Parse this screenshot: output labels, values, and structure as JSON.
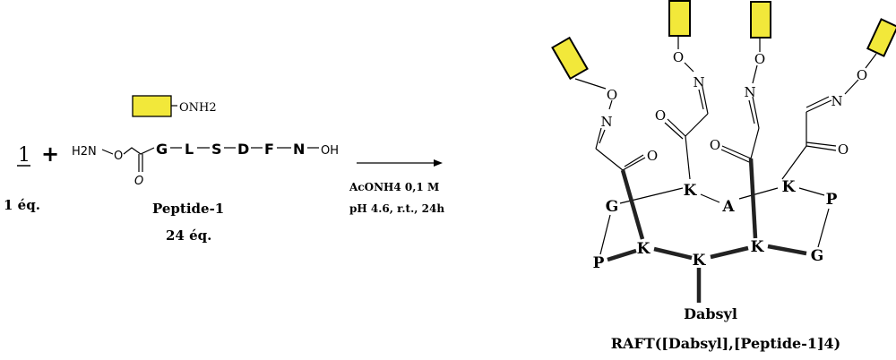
{
  "colors": {
    "sugar_box": "#f2e83a",
    "ink": "#000000"
  },
  "reactant1": {
    "label": "1",
    "plus": "+",
    "equiv": "1 éq."
  },
  "peptide": {
    "sugar_group": "ONH2",
    "h2n": "H2N",
    "o": "O",
    "carbonyl_o": "O",
    "sequence": [
      "G",
      "L",
      "S",
      "D",
      "F",
      "N"
    ],
    "terminal": "OH",
    "name": "Peptide-1",
    "equiv": "24 éq."
  },
  "conditions": {
    "line1": "AcONH4 0,1 M",
    "line2": "pH 4.6, r.t., 24h"
  },
  "product": {
    "ring": {
      "k1": "K",
      "a": "A",
      "k2": "K",
      "p1": "P",
      "g1": "G",
      "k3": "K",
      "k4": "K",
      "k5": "K",
      "p2": "P",
      "g2": "G"
    },
    "atoms": {
      "o": "O",
      "n": "N"
    },
    "dabsyl": "Dabsyl",
    "name": "RAFT([Dabsyl],[Peptide-1]4)"
  }
}
